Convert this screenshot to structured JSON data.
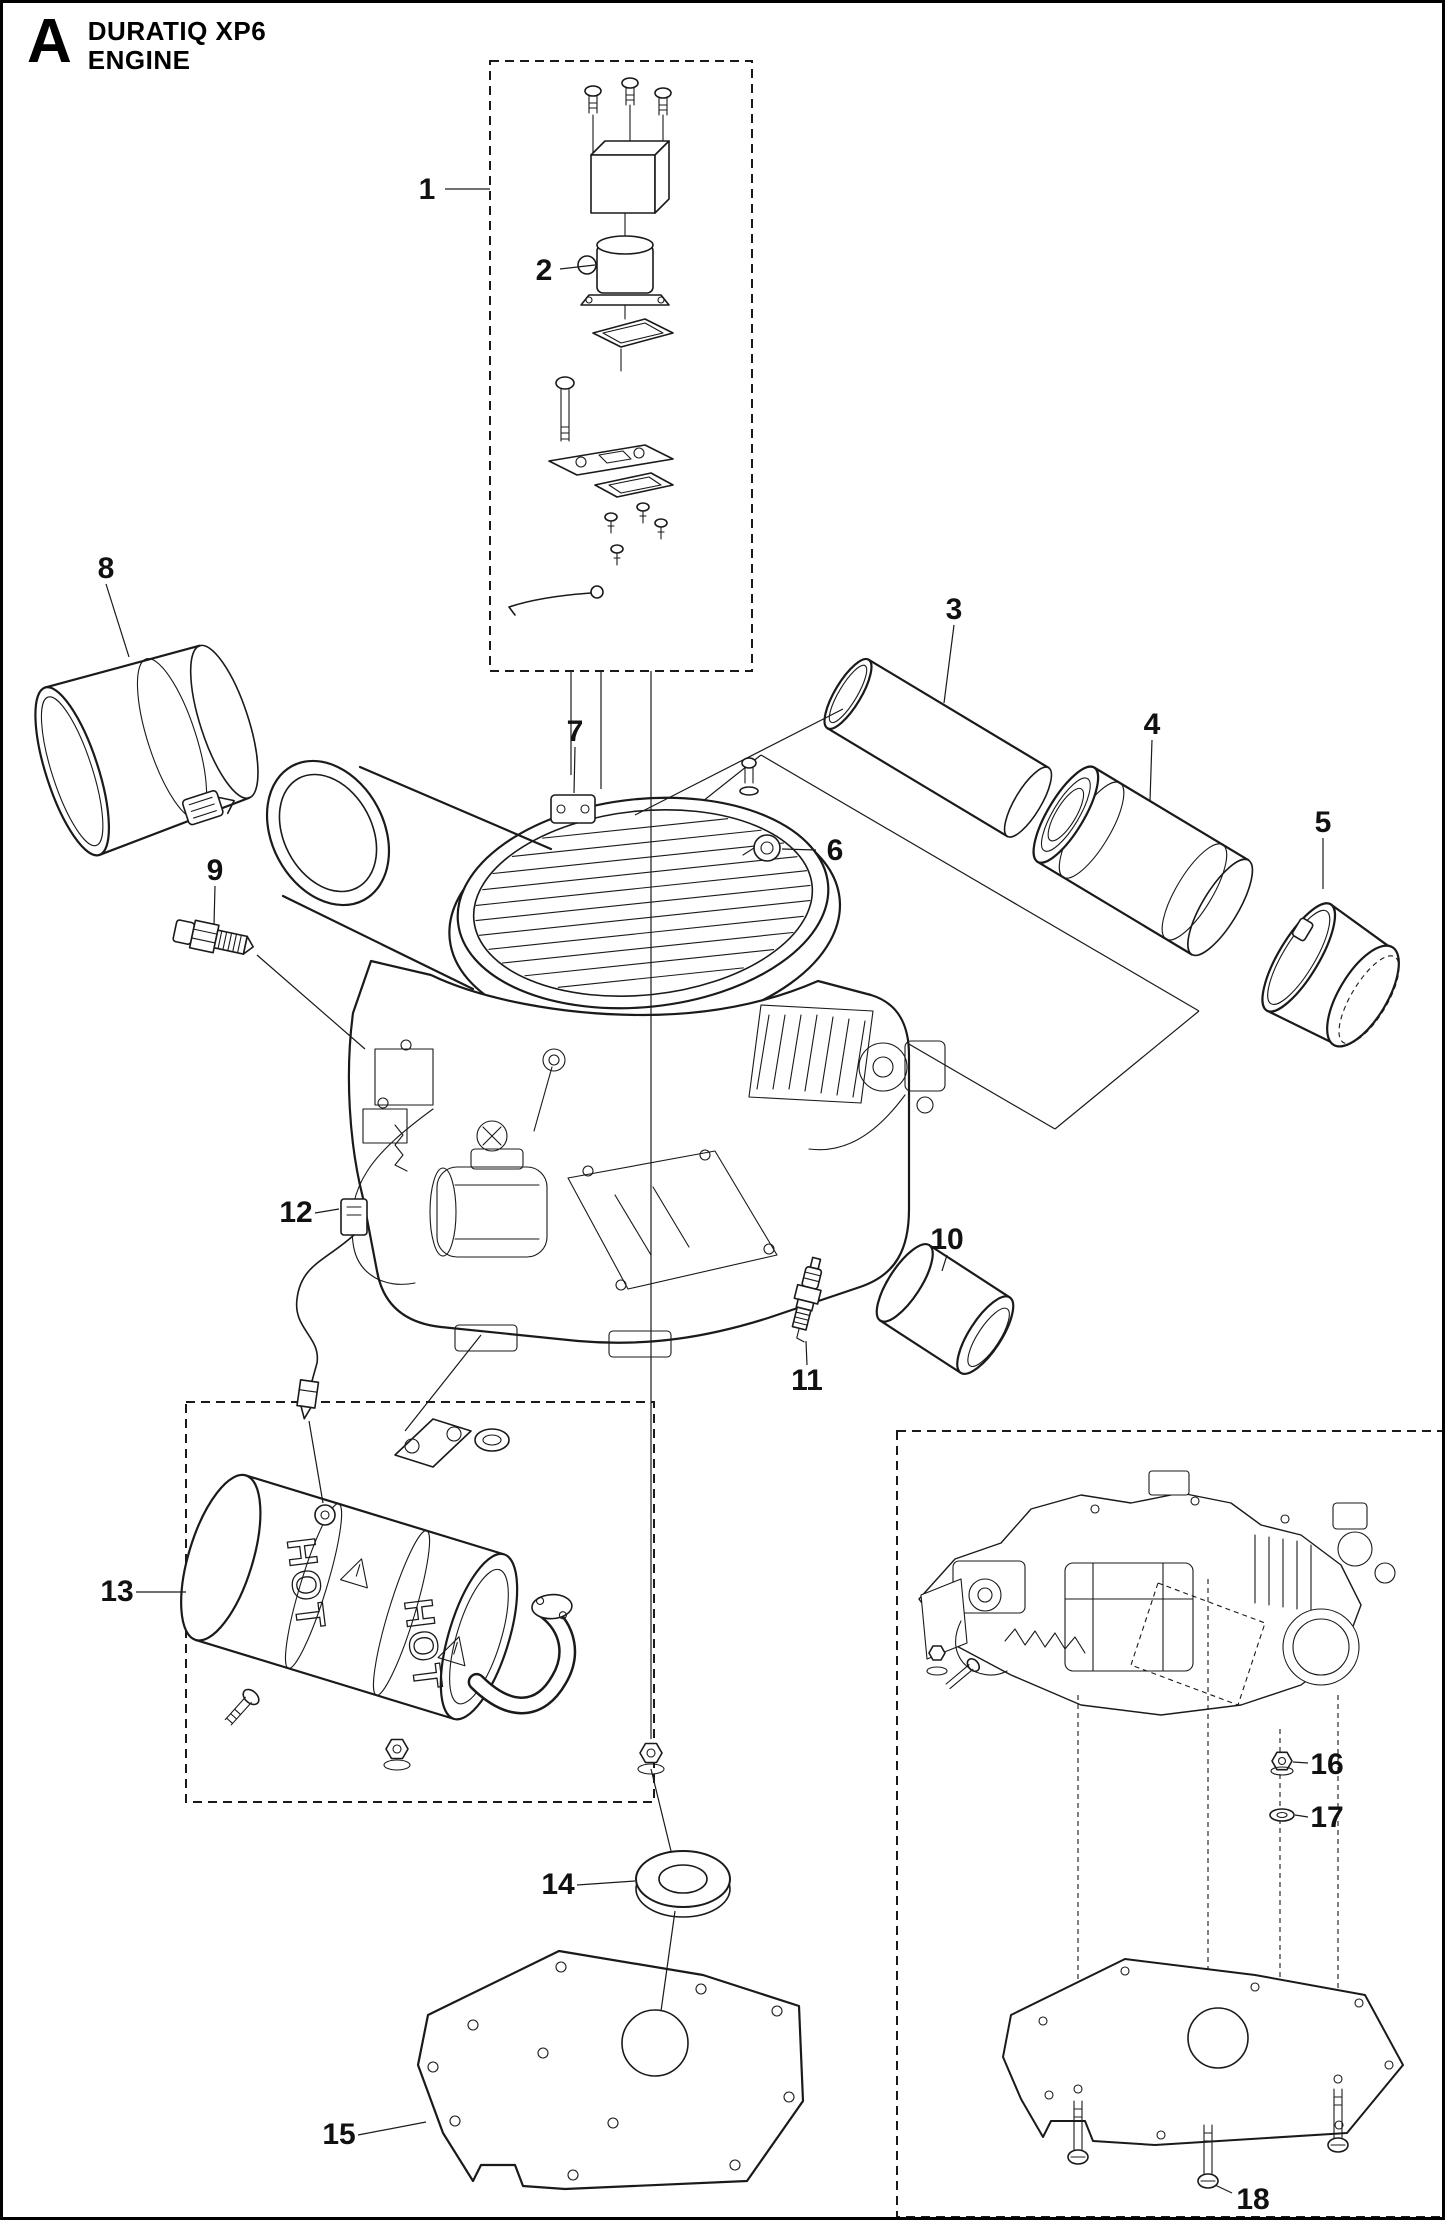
{
  "page": {
    "section_letter": "A",
    "model": "DURATIQ XP6",
    "section_title": "ENGINE"
  },
  "colors": {
    "background": "#ffffff",
    "line": "#1a1a1a"
  },
  "muffler": {
    "warning_text": "HOT"
  },
  "callouts": [
    {
      "label": "1"
    },
    {
      "label": "2"
    },
    {
      "label": "3"
    },
    {
      "label": "4"
    },
    {
      "label": "5"
    },
    {
      "label": "6"
    },
    {
      "label": "7"
    },
    {
      "label": "8"
    },
    {
      "label": "9"
    },
    {
      "label": "10"
    },
    {
      "label": "11"
    },
    {
      "label": "12"
    },
    {
      "label": "13"
    },
    {
      "label": "14"
    },
    {
      "label": "15"
    },
    {
      "label": "16"
    },
    {
      "label": "17"
    },
    {
      "label": "18"
    }
  ]
}
